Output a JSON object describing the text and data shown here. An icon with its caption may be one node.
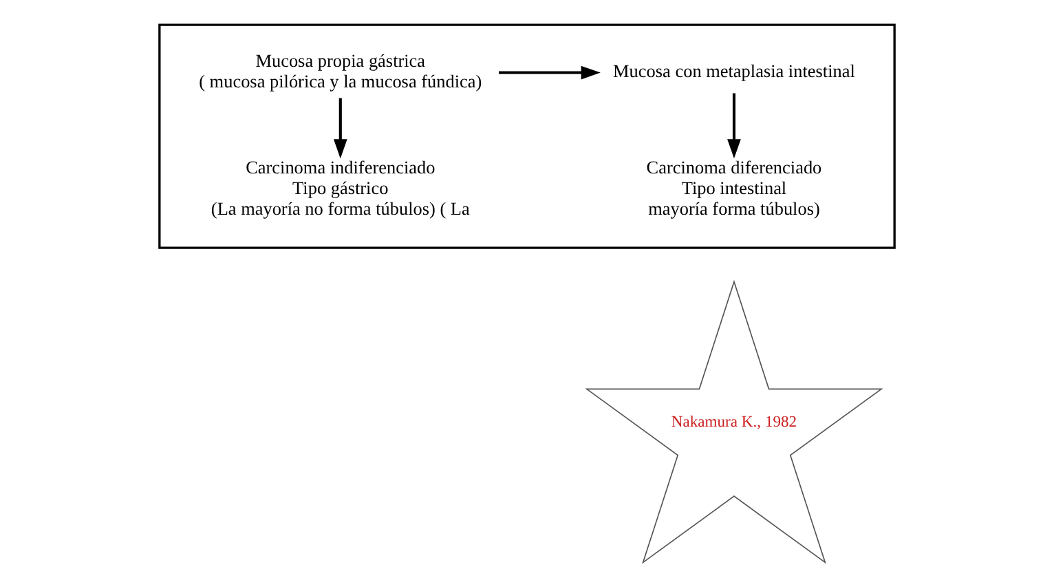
{
  "diagram": {
    "nodes": [
      {
        "text": [],
        "shape": "box"
      },
      {
        "text": [
          "Mucosa propia gástrica",
          "( mucosa pilórica y la mucosa fúndica)"
        ],
        "in": 0
      },
      {
        "text": [
          "Mucosa con metaplasia intestinal"
        ],
        "in": 0
      },
      {
        "text": [
          "Carcinoma indiferenciado",
          "Tipo gástrico",
          "(La mayoría no forma túbulos) ( La"
        ],
        "in": 0
      },
      {
        "text": [
          "Carcinoma diferenciado",
          "Tipo intestinal",
          "mayoría forma túbulos)"
        ],
        "in": 0
      },
      {
        "text": [
          "Nakamura K., 1982"
        ]
      }
    ],
    "edges": [
      {
        "from": 1,
        "to": 2,
        "arrow": "to"
      },
      {
        "from": 1,
        "to": 3,
        "arrow": "to"
      },
      {
        "from": 2,
        "to": 4,
        "arrow": "to"
      }
    ]
  }
}
